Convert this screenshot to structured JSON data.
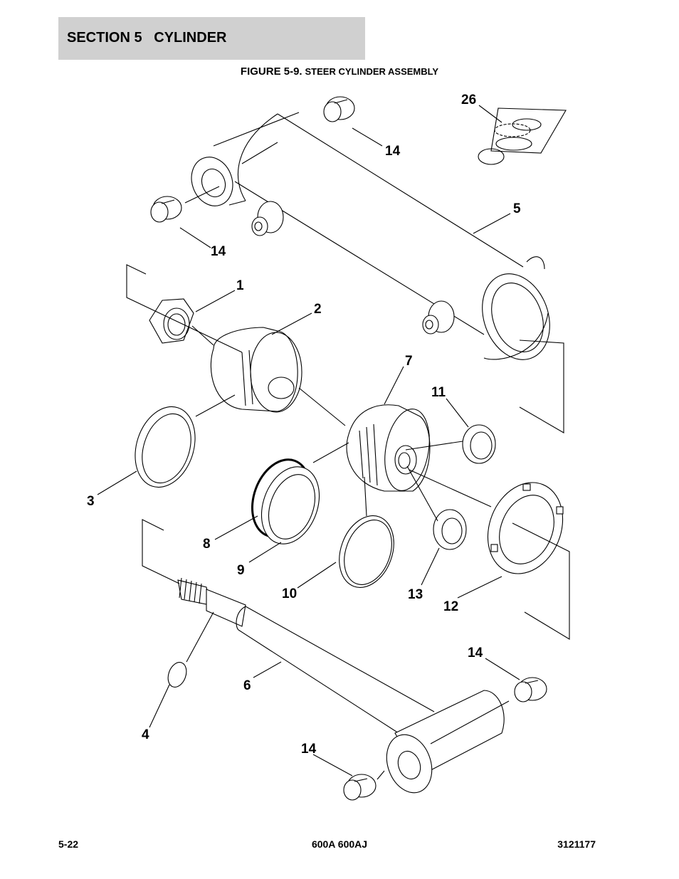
{
  "header": {
    "section": "SECTION 5",
    "title": "CYLINDER"
  },
  "figure": {
    "number": "FIGURE 5-9.",
    "caption": "STEER CYLINDER ASSEMBLY"
  },
  "callouts": [
    "26",
    "14",
    "5",
    "14",
    "1",
    "2",
    "7",
    "11",
    "3",
    "8",
    "9",
    "10",
    "13",
    "12",
    "14",
    "6",
    "4",
    "14"
  ],
  "footer": {
    "page": "5-22",
    "model": "600A 600AJ",
    "doc": "3121177"
  }
}
